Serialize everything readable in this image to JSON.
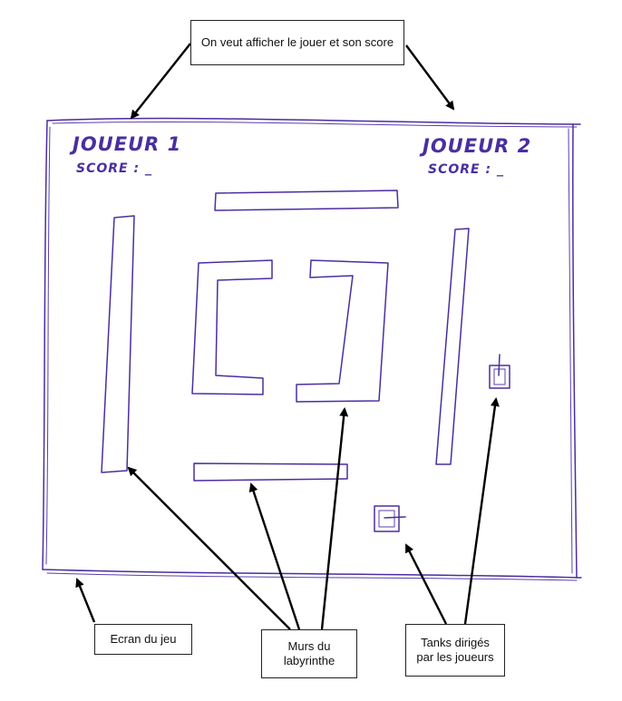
{
  "callouts": {
    "top": "On veut afficher le jouer et son score",
    "screen": "Ecran du jeu",
    "walls": "Murs du labyrinthe",
    "tanks": "Tanks dirigés par les joueurs"
  },
  "players": {
    "p1_name": "JOUEUR 1",
    "p1_score": "SCORE : _",
    "p2_name": "JOUEUR 2",
    "p2_score": "SCORE : _"
  },
  "colors": {
    "ink": "#4a2ea0",
    "arrow": "#000000"
  }
}
